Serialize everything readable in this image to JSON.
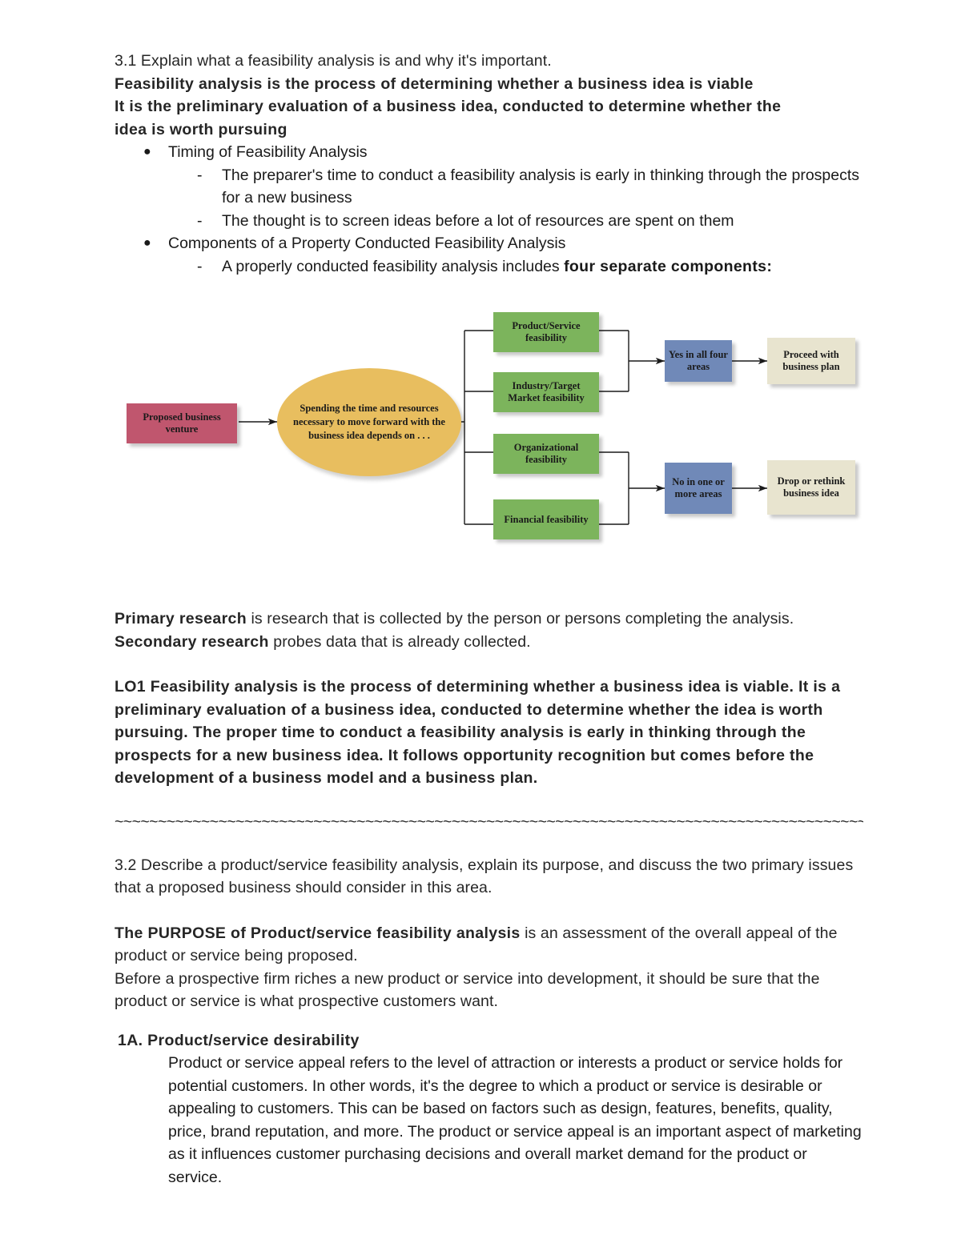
{
  "document": {
    "heading_31": "3.1 Explain what a feasibility analysis is and why it's important.",
    "bold_line_1": "Feasibility analysis is the process of determining whether a business idea is viable",
    "bold_line_2": "It is the preliminary evaluation of a business idea, conducted to determine whether the",
    "bold_line_3": "idea is worth pursuing",
    "bullets": [
      {
        "label": "Timing of Feasibility Analysis",
        "sub": [
          "The preparer's time to conduct a feasibility analysis is early in thinking through the prospects for a new business",
          "The thought is to screen ideas before a lot of resources are spent on them"
        ]
      },
      {
        "label": "Components of a Property Conducted Feasibility Analysis",
        "sub_prefix": "A properly conducted feasibility analysis includes ",
        "sub_bold": "four separate components:"
      }
    ],
    "primary_research": {
      "term": "Primary research",
      "text": " is research that is collected by the person or persons completing the analysis."
    },
    "secondary_research": {
      "term": "Secondary research",
      "text": " probes data that is already collected."
    },
    "lo1": "LO1 Feasibility analysis is the process of determining whether a business idea is viable. It is a preliminary evaluation of a business idea, conducted to determine whether the idea is worth pursuing. The proper time to conduct a feasibility analysis is early in thinking through the prospects for a new business idea. It follows opportunity recognition but comes before the development of a business model and a business plan.",
    "separator": "~~~~~~~~~~~~~~~~~~~~~~~~~~~~~~~~~~~~~~~~~~~~~~~~~~~~~~~~~~~~~~~~~~~~~~~~~~~~~~~~~~~~~~~~~~~~~~~~~~~~~~~~~~~~~~~~",
    "heading_32": "3.2 Describe a product/service feasibility analysis, explain its purpose, and discuss the two primary issues that a proposed business should consider in this area.",
    "purpose": {
      "term": "The PURPOSE of Product/service feasibility analysis",
      "text": " is an assessment of the overall appeal of the product or service being proposed."
    },
    "before_para": "Before a prospective firm riches a new product or service into development, it should be sure that the product or service is what prospective customers want.",
    "section_1a": {
      "heading": "1A. Product/service desirability",
      "body": "Product or service appeal refers to the level of attraction or interests a product or service holds for potential customers. In other words, it's the degree to which a product or service is desirable or appealing to customers. This can be based on factors such as design, features, benefits, quality, price, brand reputation, and more. The product or service appeal is an important aspect of marketing as it influences customer purchasing decisions and overall market demand for the product or service."
    }
  },
  "diagram": {
    "title": "feasibility-analysis-flowchart",
    "start_box": "Proposed business venture",
    "ellipse": "Spending the time and resources necessary to move forward with the business idea depends on . . .",
    "components": [
      "Product/Service feasibility",
      "Industry/Target Market feasibility",
      "Organizational feasibility",
      "Financial feasibility"
    ],
    "decisions": [
      "Yes in all four areas",
      "No in one or more areas"
    ],
    "outcomes": [
      "Proceed with business plan",
      "Drop or rethink business idea"
    ],
    "colors": {
      "start": "#c0566e",
      "ellipse": "#e8be5f",
      "component": "#7cb45c",
      "decision": "#7089b8",
      "outcome": "#e8e4cf",
      "line": "#1a1a1a"
    }
  }
}
